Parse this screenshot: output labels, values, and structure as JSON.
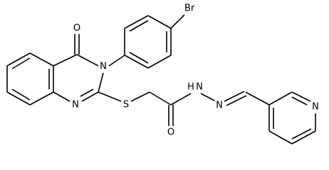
{
  "molecule": {
    "atoms": {
      "bromine": "Br",
      "carbonyl_oxygen_top": "O",
      "ring_nitrogen_3": "N",
      "ring_nitrogen_1": "N",
      "thioether_sulfur": "S",
      "amide_oxygen": "O",
      "hydrazide_nitrogen": "N",
      "hydrazide_hydrogen": "H",
      "imine_nitrogen": "N",
      "pyridine_nitrogen": "N"
    }
  }
}
